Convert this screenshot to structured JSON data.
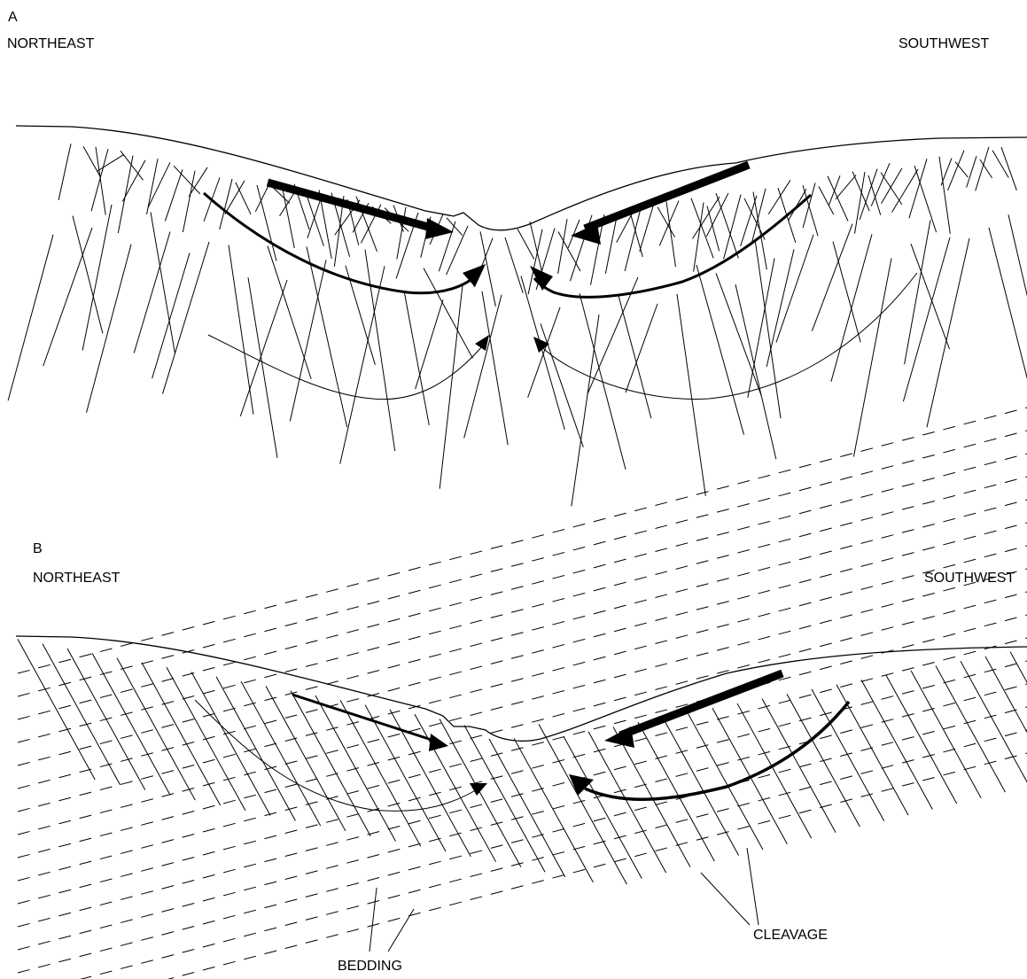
{
  "panel_a": {
    "letter": "A",
    "left_label": "NORTHEAST",
    "right_label": "SOUTHWEST"
  },
  "panel_b": {
    "letter": "B",
    "left_label": "NORTHEAST",
    "right_label": "SOUTHWEST",
    "callout_bedding": "BEDDING",
    "callout_cleavage": "CLEAVAGE"
  },
  "colors": {
    "ink": "#000000",
    "background": "#ffffff"
  }
}
